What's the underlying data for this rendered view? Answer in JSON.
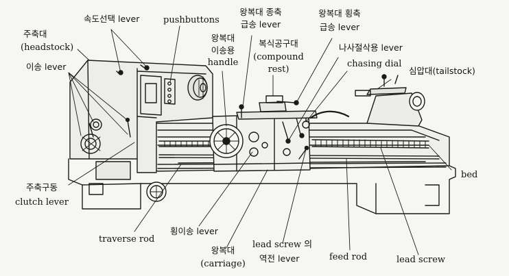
{
  "labels": {
    "headstock_ko": "주축대",
    "headstock_en": "(headstock)",
    "shift_lever": "이송 lever",
    "speed_lever": "속도선택 lever",
    "pushbuttons": "pushbuttons",
    "long_feed_1": "왕복대 종축",
    "long_feed_2": "급송 lever",
    "carriage_handle_1": "왕복대",
    "carriage_handle_2": "이송용",
    "carriage_handle_3": "handle",
    "compound_1": "복식공구대",
    "compound_2": "(compound",
    "compound_3": "rest)",
    "cross_feed_1": "왕복대 횡축",
    "cross_feed_2": "급송 lever",
    "thread_lever": "나사절삭용 lever",
    "chasing_dial": "chasing dial",
    "tailstock": "심압대(tailstock)",
    "bed": "bed",
    "clutch_1": "주축구동",
    "clutch_2": "clutch lever",
    "traverse_rod": "traverse rod",
    "cross_lever": "횡이송 lever",
    "carriage_1": "왕복대",
    "carriage_2": "(carriage)",
    "reverse_1": "lead screw 의",
    "reverse_2": "역전 lever",
    "feed_rod": "feed rod",
    "lead_screw": "lead screw"
  }
}
